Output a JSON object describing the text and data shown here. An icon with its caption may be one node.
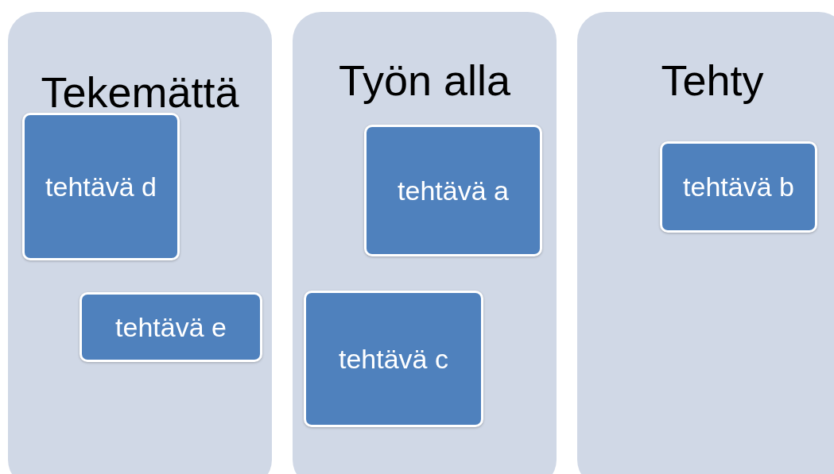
{
  "diagram": {
    "nodes": [
      {
        "text": [
          "Tekemättä"
        ]
      },
      {
        "text": [
          "tehtävä d"
        ],
        "in": 0
      },
      {
        "text": [
          "tehtävä e"
        ],
        "in": 0
      },
      {
        "text": [
          "Työn alla"
        ]
      },
      {
        "text": [
          "tehtävä a"
        ],
        "in": 3
      },
      {
        "text": [
          "tehtävä c"
        ],
        "in": 3
      },
      {
        "text": [
          "Tehty"
        ]
      },
      {
        "text": [
          "tehtävä b"
        ],
        "in": 6
      }
    ]
  }
}
